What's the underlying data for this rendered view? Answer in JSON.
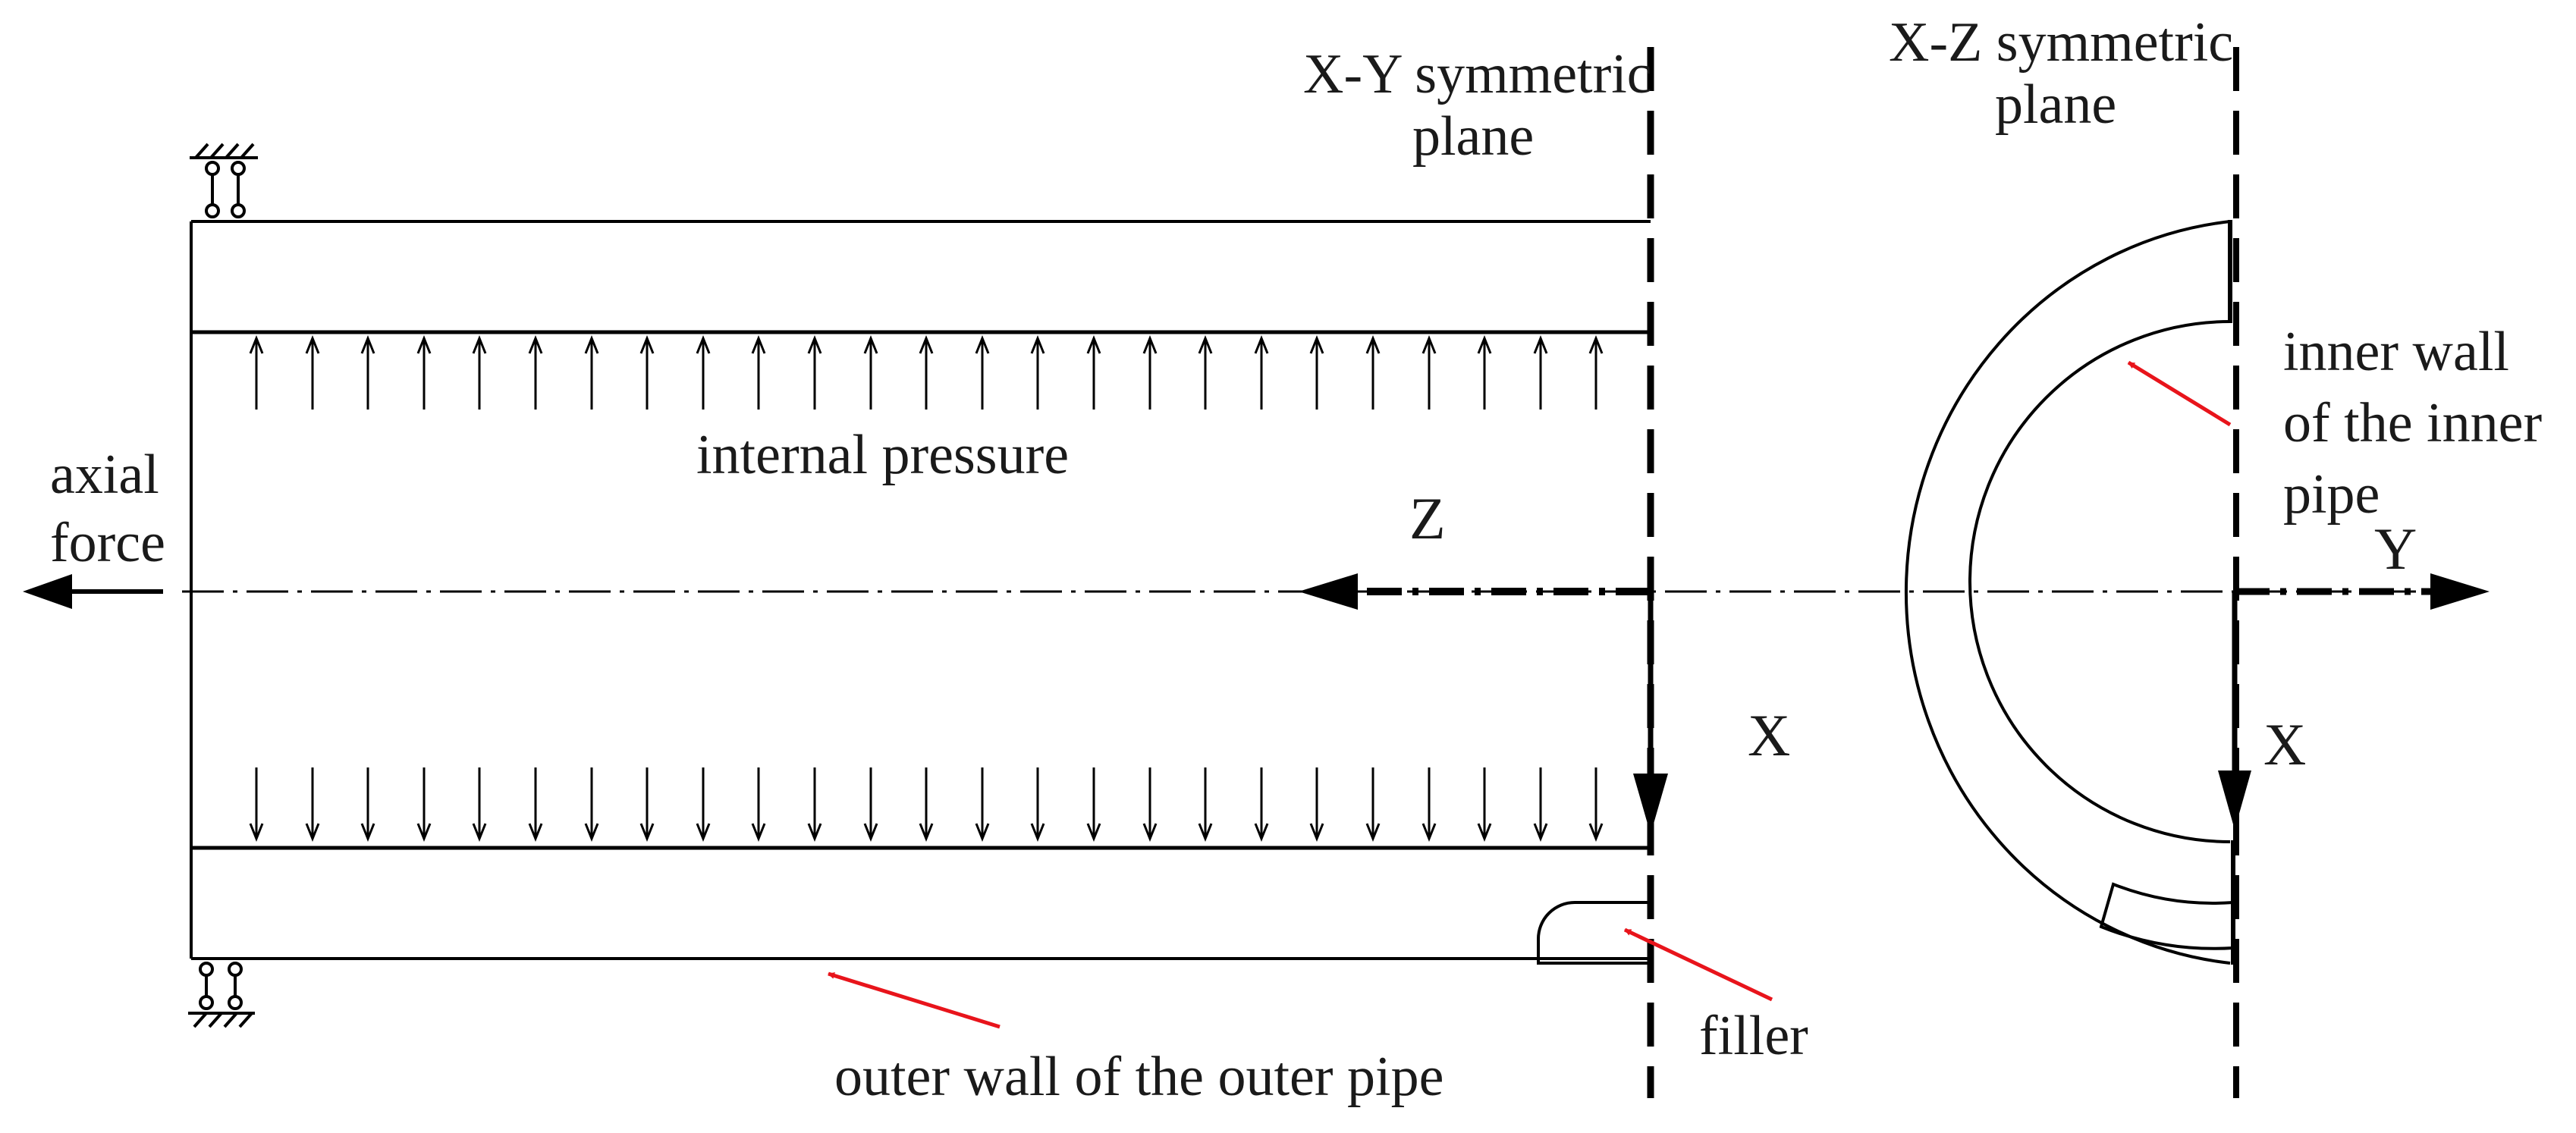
{
  "planes": {
    "xy": {
      "line1": "X-Y  symmetric",
      "line2": "plane"
    },
    "xz": {
      "line1": "X-Z  symmetric",
      "line2": "plane"
    }
  },
  "loads": {
    "axial_line1": "axial",
    "axial_line2": "force",
    "internal_pressure": "internal pressure"
  },
  "axes": {
    "z": "Z",
    "x_left": "X",
    "y": "Y",
    "x_right": "X"
  },
  "annotations": {
    "inner_wall_line1": "inner wall",
    "inner_wall_line2": "of the inner",
    "inner_wall_line3": "pipe",
    "filler": "filler",
    "outer_wall": "outer wall of the outer pipe"
  },
  "colors": {
    "stroke": "#000000",
    "pointer": "#e8141b",
    "text": "#1a1a1a"
  }
}
